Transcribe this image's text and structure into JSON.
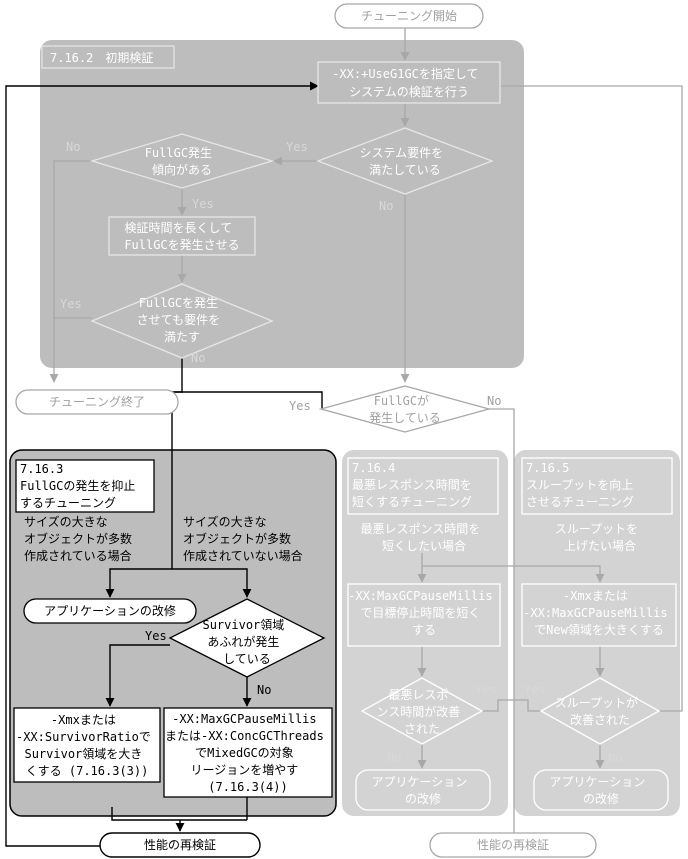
{
  "start_node": "チューニング開始",
  "section_initial": {
    "title": "7.16.2　初期検証",
    "step_use_g1gc": [
      "-XX:+UseG1GCを指定して",
      "システムの検証を行う"
    ],
    "decision_requirements": [
      "システム要件を",
      "満たしている"
    ],
    "decision_fullgc_tendency": [
      "FullGC発生",
      "傾向がある"
    ],
    "step_lengthen_test": [
      "検証時間を長くして",
      "FullGCを発生させる"
    ],
    "decision_meets_despite_fullgc": [
      "FullGCを発生",
      "させても要件を",
      "満たす"
    ],
    "end_node": "チューニング終了"
  },
  "decision_fullgc_occurring": [
    "FullGCが",
    "発生している"
  ],
  "section_suppress_fullgc": {
    "title": [
      "7.16.3",
      "FullGCの発生を抑止",
      "するチューニング"
    ],
    "case_large_objects": [
      "サイズの大きな",
      "オブジェクトが多数",
      "作成されている場合"
    ],
    "case_no_large_objects": [
      "サイズの大きな",
      "オブジェクトが多数",
      "作成されていない場合"
    ],
    "app_fix": "アプリケーションの改修",
    "decision_survivor_overflow": [
      "Survivor領域",
      "あふれが発生",
      "している"
    ],
    "step_survivor_ratio": [
      "-Xmxまたは",
      "-XX:SurvivorRatioで",
      "Survivor領域を大き",
      "くする (7.16.3(3))"
    ],
    "step_mixedgc": [
      "-XX:MaxGCPauseMillis",
      "または-XX:ConcGCThreads",
      "でMixedGCの対象",
      "リージョンを増やす",
      "(7.16.3(4))"
    ]
  },
  "section_response_time": {
    "title": [
      "7.16.4",
      "最悪レスポンス時間を",
      "短くするチューニング"
    ],
    "case_label": [
      "最悪レスポンス時間を",
      "短くしたい場合"
    ],
    "step_pause_target": [
      "-XX:MaxGCPauseMillis",
      "で目標停止時間を短く",
      "する"
    ],
    "decision_improved": [
      "最悪レスポ",
      "ンス時間が改善",
      "された"
    ],
    "app_fix": [
      "アプリケーション",
      "の改修"
    ]
  },
  "section_throughput": {
    "title": [
      "7.16.5",
      "スループットを向上",
      "させるチューニング"
    ],
    "case_label": [
      "スループットを",
      "上げたい場合"
    ],
    "step_new_area": [
      "-Xmxまたは",
      "-XX:MaxGCPauseMillis",
      "でNew領域を大きくする"
    ],
    "decision_improved": [
      "スループットが",
      "改善された"
    ],
    "app_fix": [
      "アプリケーション",
      "の改修"
    ]
  },
  "retest_main": "性能の再検証",
  "retest_side": "性能の再検証",
  "labels": {
    "yes": "Yes",
    "no": "No"
  }
}
